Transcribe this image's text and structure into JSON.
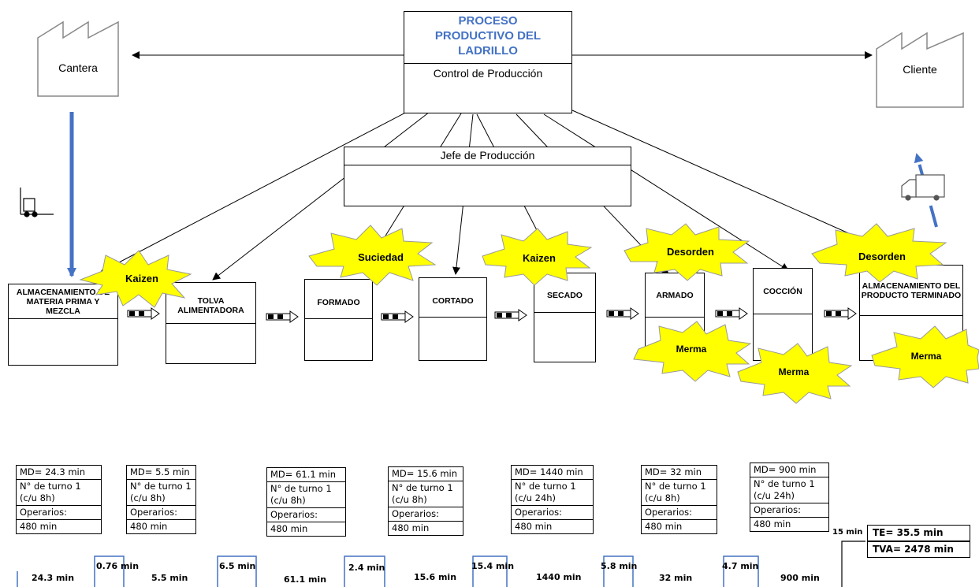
{
  "diagram": {
    "title_lines": [
      "PROCESO",
      "PRODUCTIVO DEL",
      "LADRILLO"
    ],
    "control_label": "Control de Producción",
    "jefe_label": "Jefe de Producción",
    "supplier_label": "Cantera",
    "customer_label": "Cliente",
    "processes": [
      {
        "name": "ALMACENAMIENTO DE MATERIA PRIMA Y MEZCLA"
      },
      {
        "name": "TOLVA ALIMENTADORA"
      },
      {
        "name": "FORMADO"
      },
      {
        "name": "CORTADO"
      },
      {
        "name": "SECADO"
      },
      {
        "name": "ARMADO"
      },
      {
        "name": "COCCIÓN"
      },
      {
        "name": "ALMACENAMIENTO DEL PRODUCTO TERMINADO"
      }
    ],
    "bursts": [
      "Kaizen",
      "Suciedad",
      "Kaizen",
      "Desorden",
      "Desorden",
      "Merma",
      "Merma",
      "Merma"
    ],
    "data_boxes": [
      {
        "md": "MD= 24.3 min",
        "turno": "N° de turno 1",
        "turno2": "(c/u 8h)",
        "op": "Operarios:",
        "t": "480 min"
      },
      {
        "md": "MD= 5.5 min",
        "turno": "N° de turno 1",
        "turno2": "(c/u 8h)",
        "op": "Operarios:",
        "t": "480 min"
      },
      {
        "md": "MD= 61.1 min",
        "turno": "N° de turno 1",
        "turno2": "(c/u 8h)",
        "op": "Operarios:",
        "t": "480 min"
      },
      {
        "md": "MD= 15.6 min",
        "turno": "N° de turno 1",
        "turno2": "(c/u 8h)",
        "op": "Operarios:",
        "t": "480 min"
      },
      {
        "md": "MD= 1440 min",
        "turno": "N° de turno 1",
        "turno2": "(c/u 24h)",
        "op": "Operarios:",
        "t": "480 min"
      },
      {
        "md": "MD= 32 min",
        "turno": "N° de turno 1",
        "turno2": "(c/u 8h)",
        "op": "Operarios:",
        "t": "480 min"
      },
      {
        "md": "MD= 900 min",
        "turno": "N° de turno 1",
        "turno2": "(c/u 24h)",
        "op": "Operarios:",
        "t": "480 min"
      }
    ],
    "timeline": {
      "process_times": [
        "24.3 min",
        "5.5 min",
        "61.1 min",
        "15.6 min",
        "1440 min",
        "32 min",
        "900 min"
      ],
      "wait_times": [
        "0.76 min",
        "6.5 min",
        "2.4 min",
        "15.4 min",
        "5.8 min",
        "4.7 min",
        "15 min"
      ]
    },
    "summary": {
      "te": "TE= 35.5 min",
      "tva": "TVA= 2478 min"
    },
    "colors": {
      "title": "#4472C4",
      "burst": "#FFFF00",
      "arrow_blue": "#4472C4"
    }
  }
}
